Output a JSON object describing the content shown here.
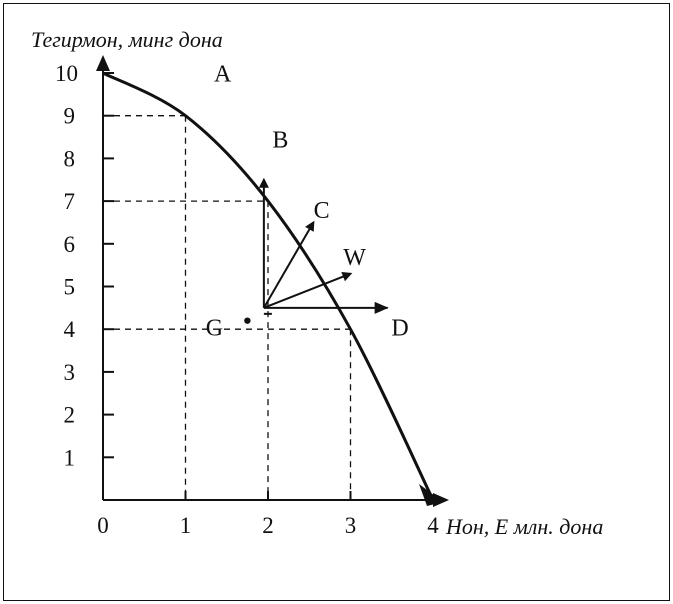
{
  "chart_data": {
    "type": "line",
    "title": "",
    "xlabel": "Нон, Е млн. дона",
    "ylabel": "Тегирмон, минг дона",
    "xlim": [
      0,
      4
    ],
    "ylim": [
      0,
      10
    ],
    "x_ticks": [
      "0",
      "1",
      "2",
      "3",
      "4"
    ],
    "y_ticks": [
      "1",
      "2",
      "3",
      "4",
      "5",
      "6",
      "7",
      "8",
      "9",
      "10"
    ],
    "grid": false,
    "series": [
      {
        "values": [
          {
            "x": 0,
            "y": 10
          },
          {
            "x": 1,
            "y": 9
          },
          {
            "x": 2,
            "y": 7
          },
          {
            "x": 3,
            "y": 4
          },
          {
            "x": 4,
            "y": 0
          }
        ]
      }
    ],
    "dashed_guides": [
      {
        "x": 1,
        "y": 9
      },
      {
        "x": 2,
        "y": 7
      },
      {
        "x": 3,
        "y": 4
      }
    ],
    "point_labels": [
      {
        "text": "A",
        "x": 1.45,
        "y": 9.8
      },
      {
        "text": "B",
        "x": 2.15,
        "y": 8.25
      },
      {
        "text": "C",
        "x": 2.65,
        "y": 6.6
      },
      {
        "text": "W",
        "x": 3.05,
        "y": 5.5
      },
      {
        "text": "D",
        "x": 3.6,
        "y": 3.85
      },
      {
        "text": "G",
        "x": 1.35,
        "y": 3.85
      }
    ],
    "point_g": {
      "x": 1.75,
      "y": 4.2
    },
    "vectors": {
      "origin": {
        "x": 1.95,
        "y": 4.5
      },
      "targets": [
        {
          "to": "B",
          "x": 1.95,
          "y": 7.5
        },
        {
          "to": "C",
          "x": 2.55,
          "y": 6.5
        },
        {
          "to": "W",
          "x": 3.0,
          "y": 5.3
        },
        {
          "to": "D",
          "x": 3.45,
          "y": 4.5
        }
      ]
    }
  }
}
